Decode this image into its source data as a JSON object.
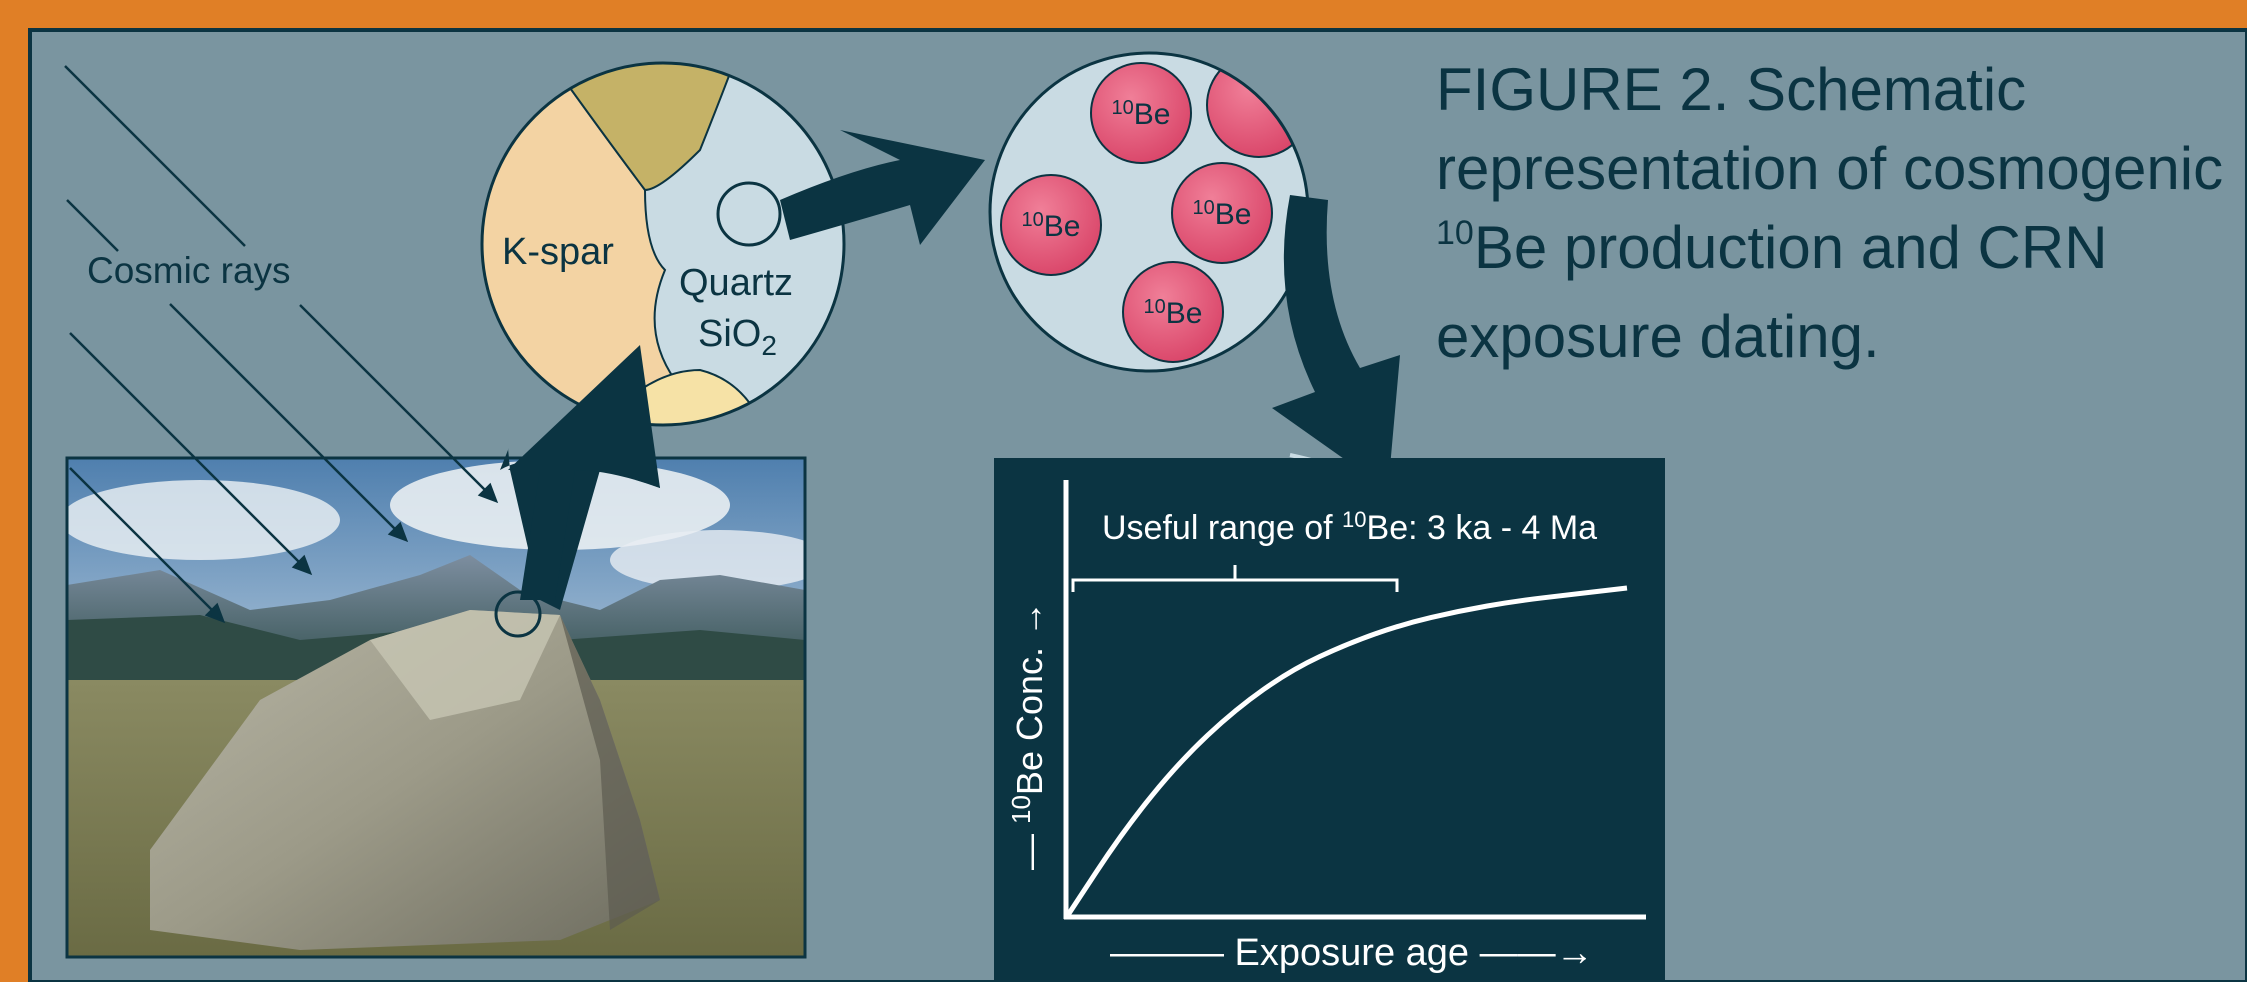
{
  "caption": {
    "line1": "FIGURE 2. Schematic",
    "line2": "representation of cosmogenic",
    "line3_sup": "10",
    "line3_rest": "Be production and CRN",
    "line4": "exposure dating."
  },
  "labels": {
    "cosmic_rays": "Cosmic rays",
    "kspar": "K-spar",
    "quartz": "Quartz",
    "sio2_base": "SiO",
    "sio2_sub": "2"
  },
  "atoms": {
    "mass": "10",
    "element": "Be"
  },
  "chart": {
    "range_prefix": "Useful range of ",
    "range_sup": "10",
    "range_suffix": "Be: 3 ka - 4 Ma",
    "ylabel_prefix": "— ",
    "ylabel_sup": "10",
    "ylabel_rest": "Be Conc. →",
    "xlabel": "——— Exposure age ——→"
  },
  "colors": {
    "background_panel": "#7a95a0",
    "border": "#e07f26",
    "dark": "#0b3442",
    "kspar": "#f3d3a3",
    "quartz": "#c9dbe3",
    "mineral_top": "#c5b267",
    "mineral_bottom": "#f6e2a6",
    "atom": "#e25a79"
  },
  "chart_data": {
    "type": "line",
    "xlabel": "Exposure age",
    "ylabel": "10Be Conc.",
    "series": [
      {
        "values": [
          0,
          0.26,
          0.47,
          0.63,
          0.75,
          0.83,
          0.89,
          0.93,
          0.96,
          0.98,
          1.0
        ]
      }
    ],
    "x": [
      0,
      1,
      2,
      3,
      4,
      5,
      6,
      7,
      8,
      9,
      10
    ],
    "annotation": "Useful range of 10Be: 3 ka - 4 Ma"
  }
}
